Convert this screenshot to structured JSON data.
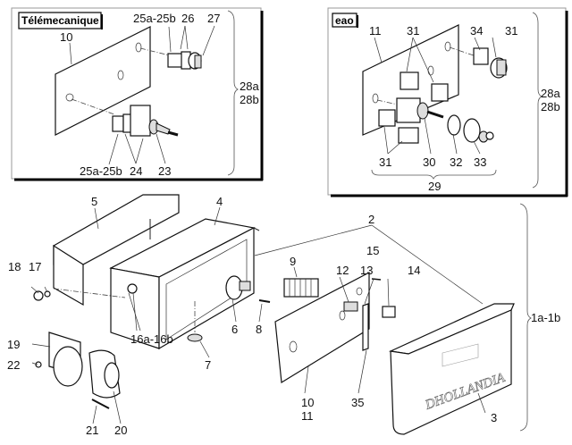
{
  "diagram": {
    "type": "exploded-parts-view",
    "inset_left": {
      "brand_tag": "Télémecanique",
      "labels": [
        "10",
        "25a-25b",
        "26",
        "27",
        "25a-25b",
        "24",
        "23"
      ],
      "group_label_lines": [
        "28a",
        "28b"
      ]
    },
    "inset_right": {
      "brand_tag": "eao",
      "labels": [
        "11",
        "31",
        "31",
        "34",
        "31",
        "30",
        "32",
        "33"
      ],
      "sub_group_label": "29",
      "group_label_lines": [
        "28a",
        "28b"
      ]
    },
    "main": {
      "labels": {
        "l2": "2",
        "l3": "3",
        "l4": "4",
        "l5": "5",
        "l6": "6",
        "l7": "7",
        "l8": "8",
        "l9": "9",
        "l10": "10",
        "l11": "11",
        "l12": "12",
        "l13": "13",
        "l14": "14",
        "l15": "15",
        "l16": "16a-16b",
        "l17": "17",
        "l18": "18",
        "l19": "19",
        "l20": "20",
        "l21": "21",
        "l22": "22",
        "l35": "35"
      },
      "group_label": "1a-1b",
      "cover_brand": "DHOLLANDIA"
    }
  }
}
